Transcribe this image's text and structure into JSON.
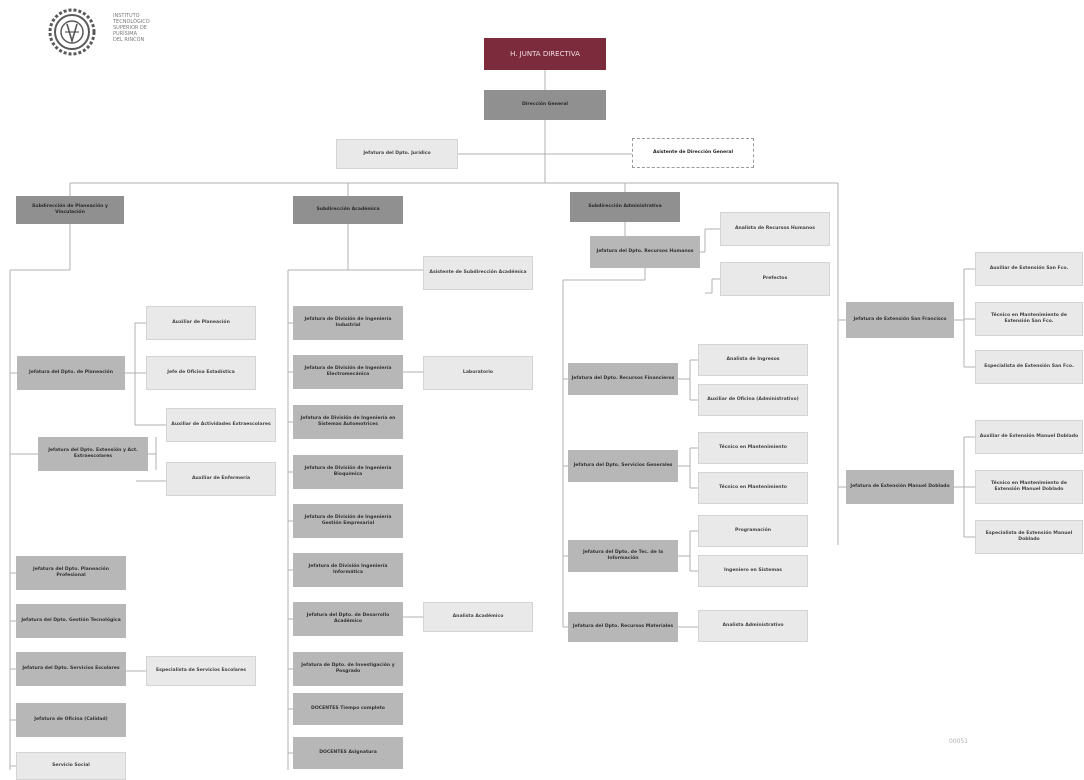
{
  "institution": {
    "name_lines": [
      "INSTITUTO",
      "TECNOLÓGICO",
      "SUPERIOR DE",
      "PURÍSIMA",
      "DEL RINCÓN"
    ]
  },
  "page_mark": "00051",
  "colors": {
    "top": "#7b2b3c",
    "subdirection": "#909090",
    "department": "#b7b7b7",
    "staff": "#e9e9e9",
    "line": "#b0b0b0"
  },
  "units": [
    {
      "id": "junta",
      "label": "H. JUNTA DIRECTIVA",
      "level": "dark"
    },
    {
      "id": "dg",
      "label": "Dirección General",
      "level": "sub"
    },
    {
      "id": "juridico",
      "label": "Jefatura del Dpto. Jurídico",
      "level": "light"
    },
    {
      "id": "asis_dg",
      "label": "Asistente de Dirección General",
      "level": "boxed"
    },
    {
      "id": "sub_plan",
      "label": "Subdirección de Planeación y Vinculación",
      "level": "sub"
    },
    {
      "id": "sub_acad",
      "label": "Subdirección Académica",
      "level": "sub"
    },
    {
      "id": "sub_admin",
      "label": "Subdirección Administrativa",
      "level": "sub"
    },
    {
      "id": "aux_plan",
      "label": "Auxiliar de Planeación",
      "level": "light"
    },
    {
      "id": "jefe_plan",
      "label": "Jefatura del Dpto. de Planeación",
      "level": "med"
    },
    {
      "id": "ofic_estad",
      "label": "Jefe de Oficina Estadística",
      "level": "light"
    },
    {
      "id": "aux_activ",
      "label": "Auxiliar de Actividades Extraescolares",
      "level": "light"
    },
    {
      "id": "jefe_ext",
      "label": "Jefatura del Dpto. Extensión y Act. Extraescolares",
      "level": "med"
    },
    {
      "id": "aux_enf",
      "label": "Auxiliar de Enfermería",
      "level": "light"
    },
    {
      "id": "jefe_pp",
      "label": "Jefatura del Dpto. Planeación Profesional",
      "level": "med"
    },
    {
      "id": "jefe_gt",
      "label": "Jefatura del Dpto. Gestión Tecnológica",
      "level": "med"
    },
    {
      "id": "jefe_se",
      "label": "Jefatura del Dpto. Servicios Escolares",
      "level": "med"
    },
    {
      "id": "esp_se",
      "label": "Especialista de Servicios Escolares",
      "level": "light"
    },
    {
      "id": "jefe_cal",
      "label": "Jefatura de Oficina (Calidad)",
      "level": "med"
    },
    {
      "id": "serv_soc",
      "label": "Servicio Social",
      "level": "light"
    },
    {
      "id": "asis_sa",
      "label": "Asistente de Subdirección Académica",
      "level": "light"
    },
    {
      "id": "div_ind",
      "label": "Jefatura de División de Ingeniería Industrial",
      "level": "med"
    },
    {
      "id": "div_mec",
      "label": "Jefatura de División de Ingeniería Electromecánica",
      "level": "med"
    },
    {
      "id": "laboratorio",
      "label": "Laboratorio",
      "level": "light"
    },
    {
      "id": "div_sa",
      "label": "Jefatura de División de Ingeniería en Sistemas Automotrices",
      "level": "med"
    },
    {
      "id": "div_bio",
      "label": "Jefatura de División de Ingeniería Bioquímica",
      "level": "med"
    },
    {
      "id": "div_ge",
      "label": "Jefatura de División de Ingeniería Gestión Empresarial",
      "level": "med"
    },
    {
      "id": "div_inf",
      "label": "Jefatura de División Ingeniería Informática",
      "level": "med"
    },
    {
      "id": "jefe_da",
      "label": "Jefatura del Dpto. de Desarrollo Académico",
      "level": "med"
    },
    {
      "id": "analista_ac",
      "label": "Analista Académico",
      "level": "light"
    },
    {
      "id": "jefe_inv",
      "label": "Jefatura de Dpto. de Investigación y Posgrado",
      "level": "med"
    },
    {
      "id": "doc_tc",
      "label": "DOCENTES Tiempo completo",
      "level": "med"
    },
    {
      "id": "doc_asig",
      "label": "DOCENTES Asignatura",
      "level": "med"
    },
    {
      "id": "analista_rh",
      "label": "Analista de Recursos Humanos",
      "level": "light"
    },
    {
      "id": "jefe_rh",
      "label": "Jefatura del Dpto. Recursos Humanos",
      "level": "med"
    },
    {
      "id": "prefectos",
      "label": "Prefectos",
      "level": "light"
    },
    {
      "id": "jefe_rf",
      "label": "Jefatura del Dpto. Recursos Financieros",
      "level": "med"
    },
    {
      "id": "an_ingresos",
      "label": "Analista de Ingresos",
      "level": "light"
    },
    {
      "id": "aux_ofic",
      "label": "Auxiliar de Oficina (Administrativo)",
      "level": "light"
    },
    {
      "id": "jefe_sg",
      "label": "Jefatura del Dpto. Servicios Generales",
      "level": "med"
    },
    {
      "id": "tec_mant",
      "label": "Técnico en Mantenimiento",
      "level": "light"
    },
    {
      "id": "tec_mant2",
      "label": "Técnico en Mantenimiento",
      "level": "light"
    },
    {
      "id": "jefe_ti",
      "label": "Jefatura del Dpto. de Tec. de la Información",
      "level": "med"
    },
    {
      "id": "programacion",
      "label": "Programación",
      "level": "light"
    },
    {
      "id": "ing_sis",
      "label": "Ingeniero en Sistemas",
      "level": "light"
    },
    {
      "id": "jefe_rm",
      "label": "Jefatura del Dpto. Recursos Materiales",
      "level": "med"
    },
    {
      "id": "an_admin",
      "label": "Analista Administrativo",
      "level": "light"
    },
    {
      "id": "jefe_sfr",
      "label": "Jefatura de Extensión San Francisco",
      "level": "med"
    },
    {
      "id": "aux_sfr",
      "label": "Auxiliar de Extensión San Fco.",
      "level": "light"
    },
    {
      "id": "tec_sfr",
      "label": "Técnico en Mantenimiento de Extensión San Fco.",
      "level": "light"
    },
    {
      "id": "esp_sfr",
      "label": "Especialista de Extensión San Fco.",
      "level": "light"
    },
    {
      "id": "jefe_md",
      "label": "Jefatura de Extensión Manuel Doblado",
      "level": "med"
    },
    {
      "id": "aux_md",
      "label": "Auxiliar de Extensión Manuel Doblado",
      "level": "light"
    },
    {
      "id": "tec_md",
      "label": "Técnico en Mantenimiento de Extensión Manuel Doblado",
      "level": "light"
    },
    {
      "id": "esp_md",
      "label": "Especialista de Extensión Manuel Doblado",
      "level": "light"
    }
  ]
}
